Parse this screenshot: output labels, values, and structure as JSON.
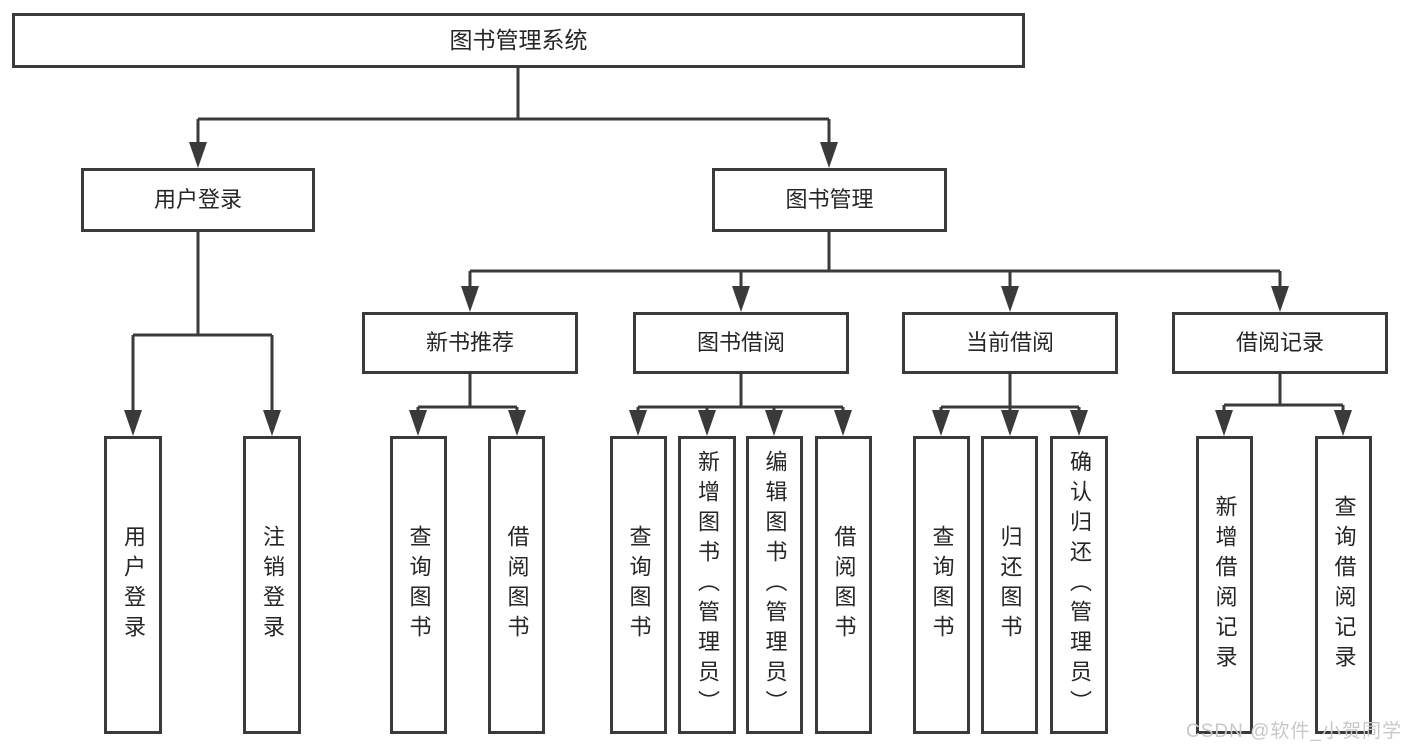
{
  "tree": {
    "root": {
      "label": "图书管理系统"
    },
    "branches": [
      {
        "label": "用户登录",
        "children": [
          {
            "label": "用户登录"
          },
          {
            "label": "注销登录"
          }
        ]
      },
      {
        "label": "图书管理",
        "children": [
          {
            "label": "新书推荐",
            "children": [
              {
                "label": "查询图书"
              },
              {
                "label": "借阅图书"
              }
            ]
          },
          {
            "label": "图书借阅",
            "children": [
              {
                "label": "查询图书"
              },
              {
                "label": "新增图书（管理员）"
              },
              {
                "label": "编辑图书（管理员）"
              },
              {
                "label": "借阅图书"
              }
            ]
          },
          {
            "label": "当前借阅",
            "children": [
              {
                "label": "查询图书"
              },
              {
                "label": "归还图书"
              },
              {
                "label": "确认归还（管理员）"
              }
            ]
          },
          {
            "label": "借阅记录",
            "children": [
              {
                "label": "新增借阅记录"
              },
              {
                "label": "查询借阅记录"
              }
            ]
          }
        ]
      }
    ]
  },
  "watermark": {
    "text": "CSDN @软件_小贺同学"
  },
  "colors": {
    "line": "#3a3a3a",
    "text": "#262626",
    "watermark": "#c8c8c8",
    "background": "#ffffff"
  }
}
